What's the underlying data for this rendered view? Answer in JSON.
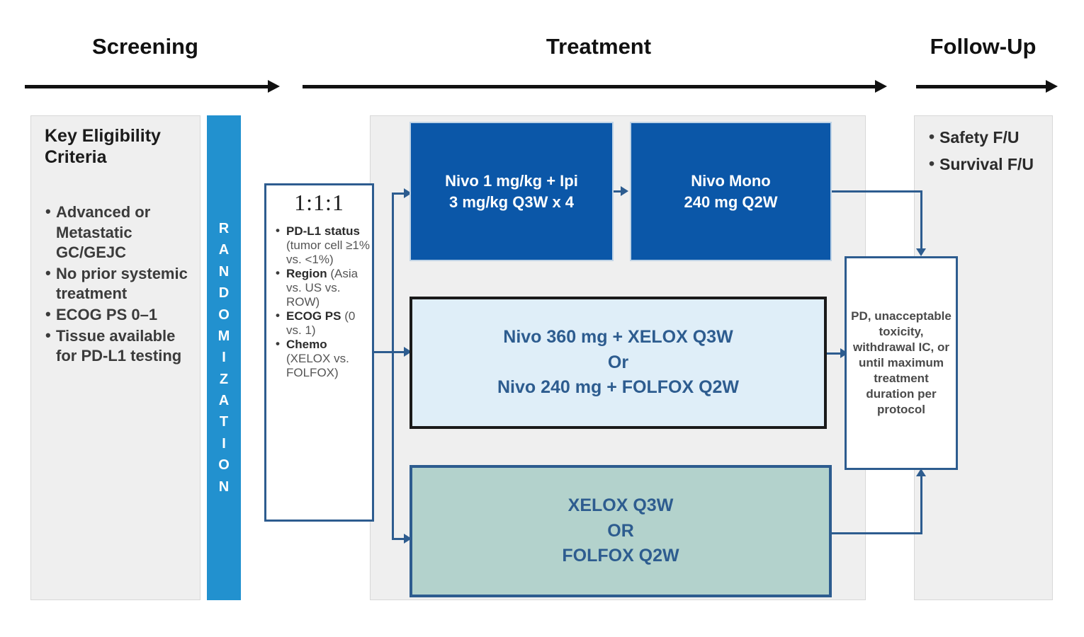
{
  "phases": [
    {
      "label": "Screening"
    },
    {
      "label": "Treatment"
    },
    {
      "label": "Follow-Up"
    }
  ],
  "eligibility": {
    "title": "Key Eligibility\nCriteria",
    "bullets": [
      "Advanced or Metastatic GC/GEJC",
      "No prior systemic treatment",
      "ECOG PS 0–1",
      "Tissue available for PD-L1 testing"
    ]
  },
  "randomization": {
    "label": "RANDOMIZATION",
    "letters": [
      "R",
      "A",
      "N",
      "D",
      "O",
      "M",
      "I",
      "Z",
      "A",
      "T",
      "I",
      "O",
      "N"
    ]
  },
  "stratification": {
    "ratio": "1:1:1",
    "factors": [
      {
        "name": "PD-L1 status",
        "detail": "(tumor cell ≥1% vs. <1%)"
      },
      {
        "name": "Region",
        "detail": "(Asia vs. US vs. ROW)"
      },
      {
        "name": "ECOG PS",
        "detail": "(0 vs. 1)"
      },
      {
        "name": "Chemo",
        "detail": "(XELOX vs. FOLFOX)"
      }
    ]
  },
  "arms": {
    "nivo_ipi": "Nivo 1 mg/kg + Ipi\n3 mg/kg  Q3W x 4",
    "nivo_mono": "Nivo Mono\n240 mg Q2W",
    "nivo_chemo": "Nivo 360 mg + XELOX Q3W\nOr\nNivo 240 mg + FOLFOX Q2W",
    "chemo_only": "XELOX Q3W\nOR\nFOLFOX Q2W"
  },
  "discontinuation": {
    "text": "PD, unacceptable toxicity, withdrawal IC, or until maximum treatment duration per protocol"
  },
  "followup": {
    "bullets": [
      "Safety F/U",
      "Survival F/U"
    ]
  },
  "colors": {
    "rand_bar": "#2291cf",
    "arm_dark_blue": "#0b57a8",
    "arm_light_blue": "#dfeef8",
    "arm_green": "#b3d2cc",
    "connector": "#2d5c8f",
    "panel_grey": "#efefef"
  }
}
